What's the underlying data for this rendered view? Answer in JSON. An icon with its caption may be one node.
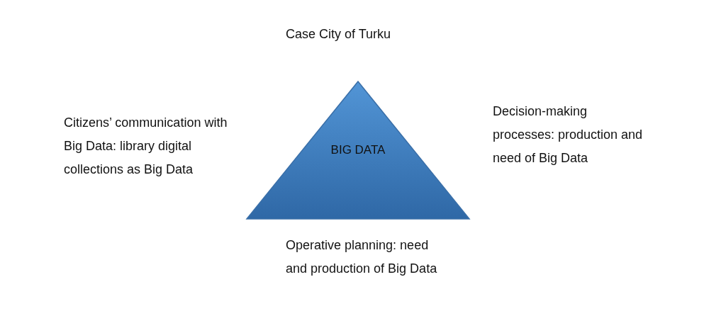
{
  "diagram": {
    "title": "Case City of Turku",
    "nodes": [
      {
        "text": [
          "BIG DATA"
        ]
      }
    ],
    "labels": [
      "Citizens’ communication with Big Data: library digital collections as Big Data",
      "Decision-making processes: production and need of Big Data",
      "Operative planning: need and production of Big Data"
    ]
  }
}
